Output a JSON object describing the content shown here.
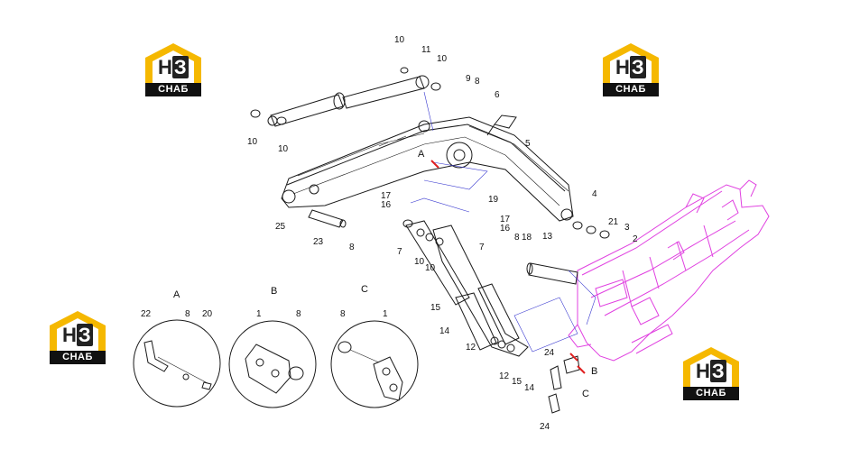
{
  "logo": {
    "letters": "Н",
    "digit": "З",
    "caption": "СНАБ"
  },
  "labels": {
    "l10a": "10",
    "l11": "11",
    "l10b": "10",
    "l9": "9",
    "l8a": "8",
    "l6": "6",
    "l10c": "10",
    "l10d": "10",
    "l5": "5",
    "lA": "A",
    "l4": "4",
    "l17a": "17",
    "l16a": "16",
    "l19": "19",
    "l21": "21",
    "l3": "3",
    "l2": "2",
    "l25": "25",
    "l23": "23",
    "l8b": "8",
    "l17b": "17",
    "l16b": "16",
    "l7a": "7",
    "l10e": "10",
    "l10f": "10",
    "l7b": "7",
    "l8c": "8",
    "l18": "18",
    "l13": "13",
    "l15a": "15",
    "l14a": "14",
    "l12a": "12",
    "l12b": "12",
    "l15b": "15",
    "l14b": "14",
    "l24a": "24",
    "lB": "B",
    "lC": "C",
    "l24b": "24"
  },
  "details": {
    "A": {
      "title": "A",
      "p1": "22",
      "p2": "8",
      "p3": "20"
    },
    "B": {
      "title": "B",
      "p1": "1",
      "p2": "8"
    },
    "C": {
      "title": "C",
      "p1": "8",
      "p2": "1"
    }
  },
  "colors": {
    "frame": "#e040e0",
    "line": "#1a1a1a",
    "leader": "#3a3ad0",
    "marker": "#e02020",
    "logo": "#f5b800"
  }
}
